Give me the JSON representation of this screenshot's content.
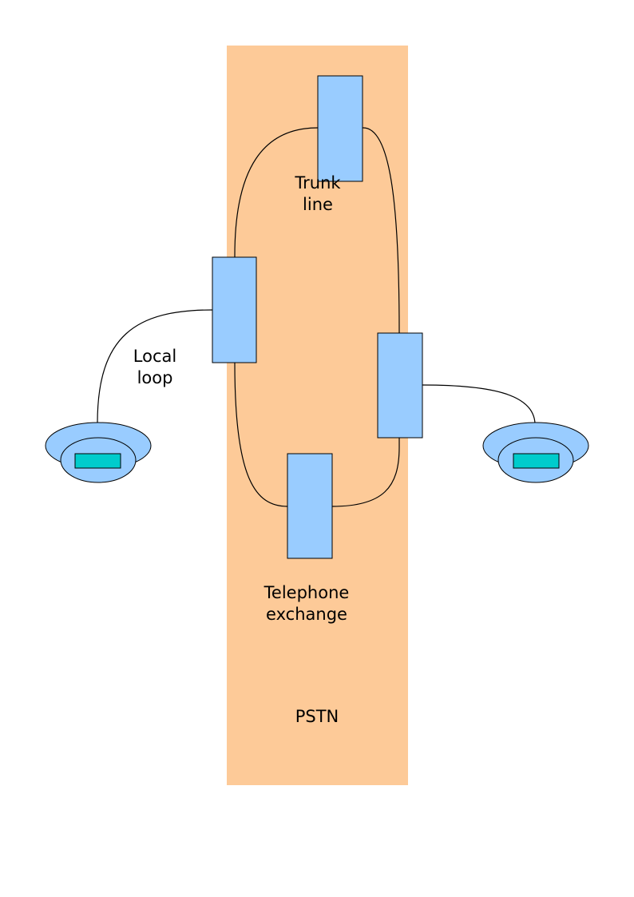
{
  "colors": {
    "background": "#ffffff",
    "network_band": "#fdca98",
    "exchange_box": "#99ccff",
    "exchange_box_border": "#000000",
    "phone_body": "#99ccff",
    "phone_display": "#00cccc",
    "line": "#000000"
  },
  "labels": {
    "trunk_line": [
      "Trunk",
      "line"
    ],
    "local_loop": [
      "Local",
      "loop"
    ],
    "telephone_exchange": [
      "Telephone",
      "exchange"
    ],
    "network": "PSTN"
  },
  "nodes": {
    "exchanges": [
      "exchange-top",
      "exchange-left",
      "exchange-right",
      "exchange-bottom"
    ],
    "telephones": [
      "telephone-left",
      "telephone-right"
    ]
  }
}
